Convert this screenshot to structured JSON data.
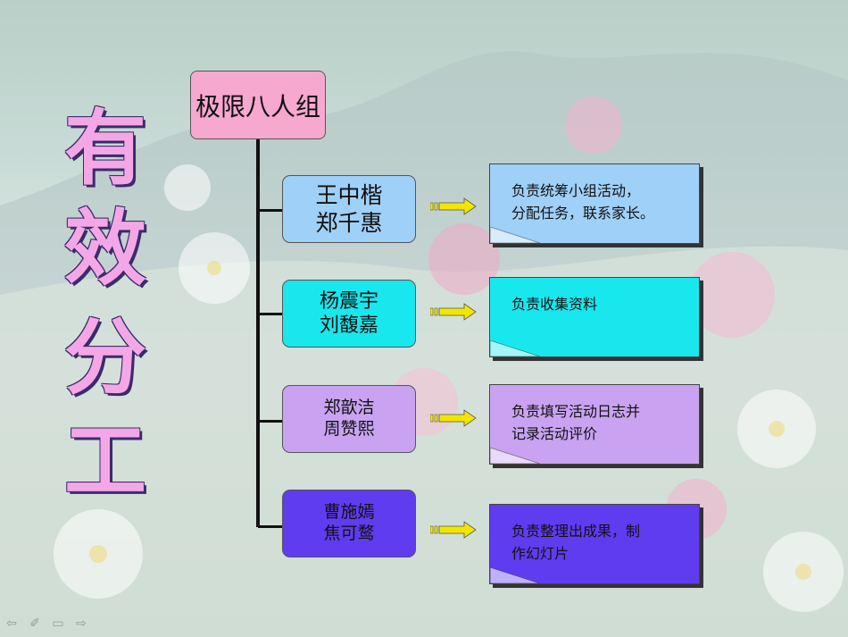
{
  "title_chars": [
    "有",
    "效",
    "分",
    "工"
  ],
  "root": {
    "label": "极限八人组",
    "color": "#f7a8cf"
  },
  "groups": [
    {
      "names": [
        "王中楷",
        "郑千惠"
      ],
      "box_color": "#9fd0f7",
      "task": [
        "负责统筹小组活动，",
        "分配任务，联系家长。"
      ],
      "note_color": "#9fd0f7"
    },
    {
      "names": [
        "杨震宇",
        "刘馥嘉"
      ],
      "box_color": "#19e7ee",
      "task": [
        "负责收集资料"
      ],
      "note_color": "#19e7ee"
    },
    {
      "names": [
        "郑歆洁",
        "周赞熙"
      ],
      "box_color": "#c9a3f2",
      "task": [
        "负责填写活动日志并",
        "记录活动评价"
      ],
      "note_color": "#c9a3f2"
    },
    {
      "names": [
        "曹施嫣",
        "焦可鹜"
      ],
      "box_color": "#5f3cf0",
      "task": [
        "负责整理出成果，制",
        "作幻灯片"
      ],
      "note_color": "#5f3cf0"
    }
  ],
  "arrow_color": "#f2e600",
  "nav_icons": [
    "prev-icon",
    "pen-icon",
    "menu-icon",
    "next-icon"
  ],
  "nav_glyphs": [
    "⇦",
    "✐",
    "▭",
    "⇨"
  ]
}
